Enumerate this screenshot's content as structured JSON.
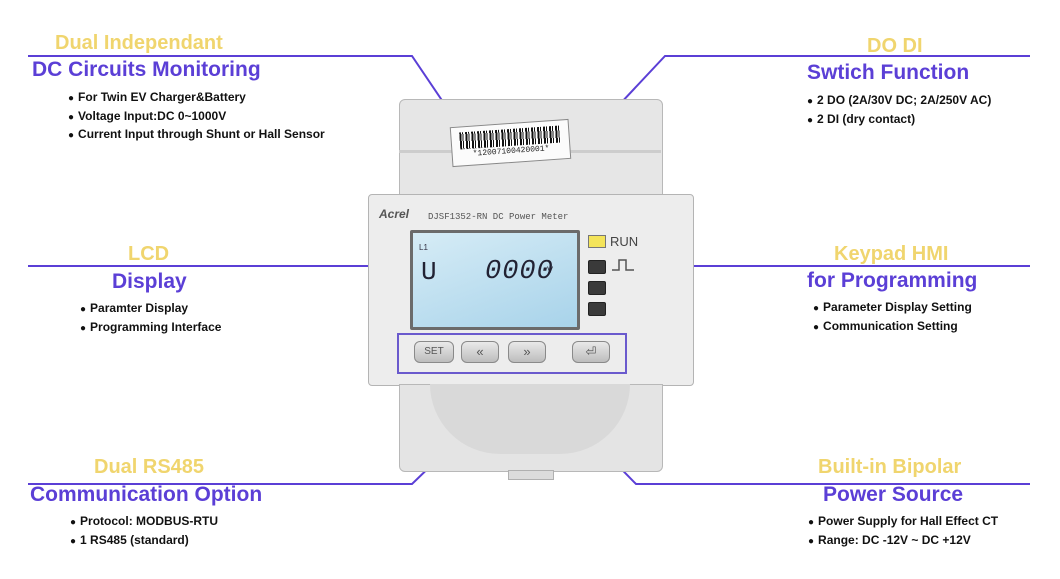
{
  "device": {
    "brand": "Acrel",
    "model": "DJSF1352-RN DC Power Meter",
    "serial": "*12007100420001*",
    "lcd": {
      "small_label": "L1",
      "symbol": "U",
      "value": "0000",
      "unit": "V"
    },
    "run_label": "RUN",
    "buttons": {
      "set": "SET",
      "up": "«",
      "right": "»",
      "enter": "⏎"
    }
  },
  "features": {
    "dc_circuits": {
      "title_line1": "Dual Independant",
      "title_line2": "DC Circuits Monitoring",
      "bullets": [
        "For Twin EV Charger&Battery",
        "Voltage Input:DC 0~1000V",
        "Current Input through Shunt or Hall Sensor"
      ]
    },
    "do_di": {
      "title_line1": "DO DI",
      "title_line2": "Swtich Function",
      "bullets": [
        "2 DO (2A/30V DC; 2A/250V AC)",
        "2 DI (dry contact)"
      ]
    },
    "lcd": {
      "title_line1": "LCD",
      "title_line2": "Display",
      "bullets": [
        "Paramter Display",
        "Programming Interface"
      ]
    },
    "keypad": {
      "title_line1": "Keypad HMI",
      "title_line2": "for Programming",
      "bullets": [
        "Parameter Display Setting",
        "Communication Setting"
      ]
    },
    "rs485": {
      "title_line1": "Dual RS485",
      "title_line2": "Communication Option",
      "bullets": [
        "Protocol: MODBUS-RTU",
        "1 RS485 (standard)"
      ]
    },
    "bipolar": {
      "title_line1": "Built-in Bipolar",
      "title_line2": "Power Source",
      "bullets": [
        "Power Supply for Hall Effect CT",
        "Range: DC -12V ~ DC +12V"
      ]
    }
  },
  "colors": {
    "title_yellow": "#f0d56e",
    "title_purple": "#5b3fd6",
    "connector": "#5b3fd6"
  }
}
